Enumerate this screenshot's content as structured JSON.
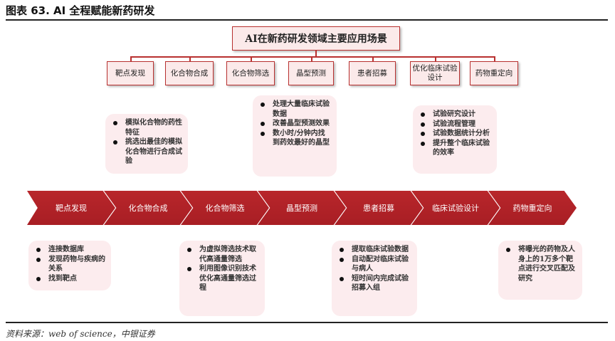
{
  "title": "图表 63. AI 全程赋能新药研发",
  "root": "AI在新药研发领域主要应用场景",
  "categories": [
    "靶点发现",
    "化合物合成",
    "化合物筛选",
    "晶型预测",
    "患者招募",
    "优化临床试验设计",
    "药物重定向"
  ],
  "process": [
    "靶点发现",
    "化合物合成",
    "化合物筛选",
    "晶型预测",
    "患者招募",
    "临床试验设计",
    "药物重定向"
  ],
  "upper_cards": [
    {
      "items": [
        "模拟化合物的药性特征",
        "挑选出最佳的模拟化合物进行合成试验"
      ]
    },
    {
      "items": [
        "处理大量临床试验数据",
        "改善晶型预测效果",
        "数小时/分钟内找到药效最好的晶型"
      ]
    },
    {
      "items": [
        "试验研究设计",
        "试验流程管理",
        "试验数据统计分析",
        "提升整个临床试验的效率"
      ]
    }
  ],
  "lower_cards": [
    {
      "items": [
        "连接数据库",
        "发现药物与疾病的关系",
        "找到靶点"
      ]
    },
    {
      "items": [
        "为虚拟筛选技术取代高通量筛选",
        "利用图像识别技术优化高通量筛选过程"
      ]
    },
    {
      "items": [
        "提取临床试验数据",
        "自动配对临床试验与病人",
        "短时间内完成试验招募入组"
      ]
    },
    {
      "items": [
        "将曝光的药物及人身上的1万多个靶点进行交叉匹配及研究"
      ]
    }
  ],
  "source": "资料来源：web of science，中银证券",
  "colors": {
    "accent": "#b8302f",
    "card": "#fcecee"
  }
}
